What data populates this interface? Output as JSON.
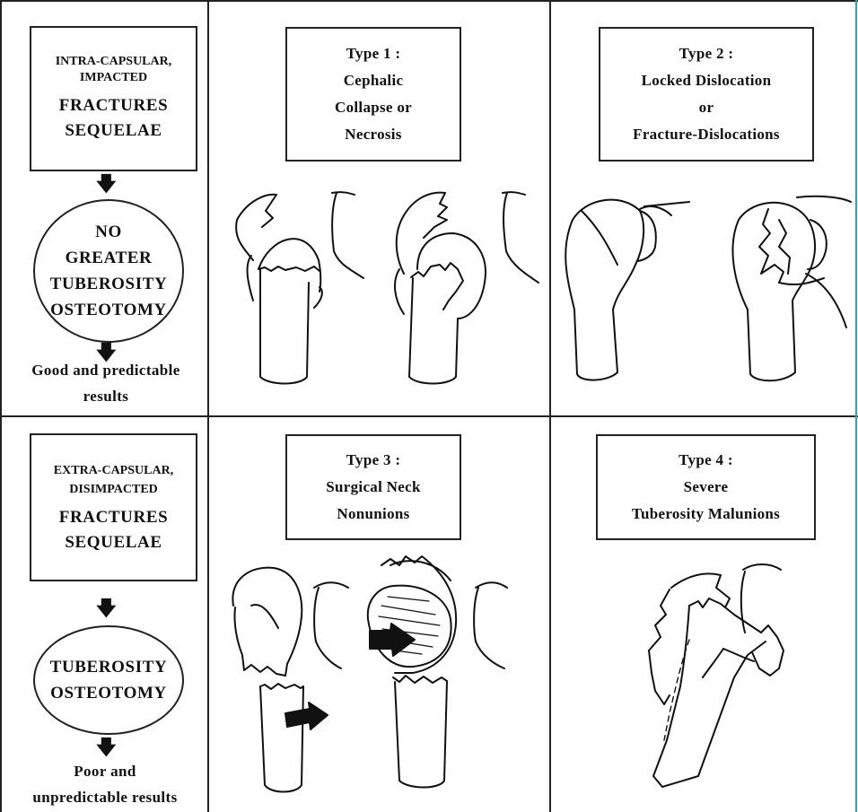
{
  "top_left": {
    "header": [
      "INTRA-CAPSULAR,",
      "IMPACTED"
    ],
    "title": [
      "FRACTURES",
      "SEQUELAE"
    ],
    "ellipse": [
      "NO",
      "GREATER",
      "TUBEROSITY",
      "OSTEOTOMY"
    ],
    "result": [
      "Good and predictable",
      "results"
    ]
  },
  "bottom_left": {
    "header": [
      "EXTRA-CAPSULAR,",
      "DISIMPACTED"
    ],
    "title": [
      "FRACTURES",
      "SEQUELAE"
    ],
    "ellipse": [
      "TUBEROSITY",
      "OSTEOTOMY"
    ],
    "result": [
      "Poor and",
      "unpredictable results"
    ]
  },
  "types": [
    {
      "lines": [
        "Type 1 :",
        "Cephalic",
        "Collapse or",
        "Necrosis"
      ]
    },
    {
      "lines": [
        "Type 2 :",
        "Locked Dislocation",
        "or",
        "Fracture-Dislocations"
      ]
    },
    {
      "lines": [
        "Type 3 :",
        "Surgical Neck",
        "Nonunions"
      ]
    },
    {
      "lines": [
        "Type 4 :",
        "Severe",
        "Tuberosity Malunions"
      ]
    }
  ],
  "colors": {
    "line": "#222222",
    "accent": "#19b89a",
    "background": "#ffffff"
  },
  "icons": {
    "flow_arrow": "down-arrow-icon",
    "displacement_arrow": "right-arrow-icon"
  }
}
